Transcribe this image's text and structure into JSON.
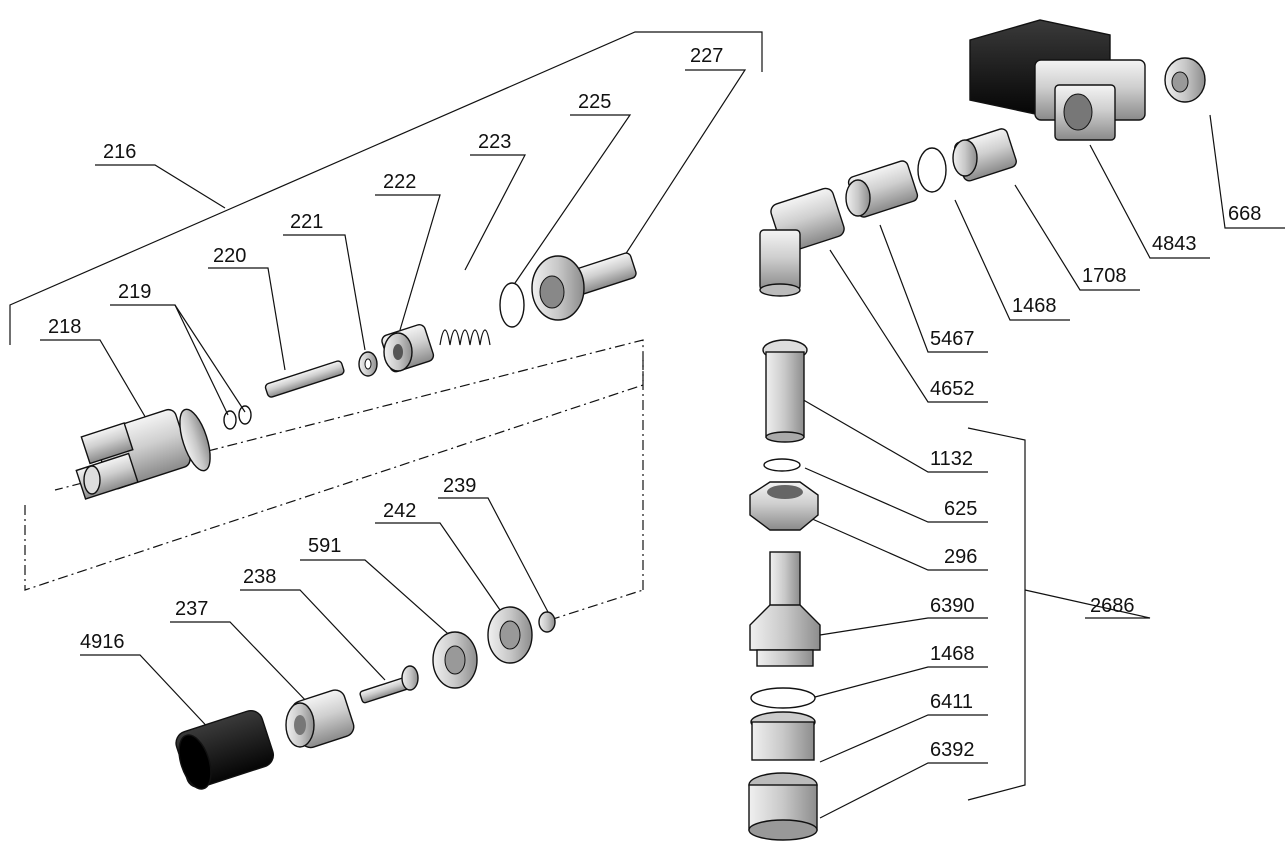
{
  "labels": {
    "p216": "216",
    "p227": "227",
    "p225": "225",
    "p223": "223",
    "p222": "222",
    "p221": "221",
    "p220": "220",
    "p219": "219",
    "p218": "218",
    "p239": "239",
    "p242": "242",
    "p591": "591",
    "p238": "238",
    "p237": "237",
    "p4916": "4916",
    "p668": "668",
    "p4843": "4843",
    "p1708": "1708",
    "p1468a": "1468",
    "p5467": "5467",
    "p4652": "4652",
    "p1132": "1132",
    "p625": "625",
    "p296": "296",
    "p6390": "6390",
    "p2686": "2686",
    "p1468b": "1468",
    "p6411": "6411",
    "p6392": "6392"
  }
}
